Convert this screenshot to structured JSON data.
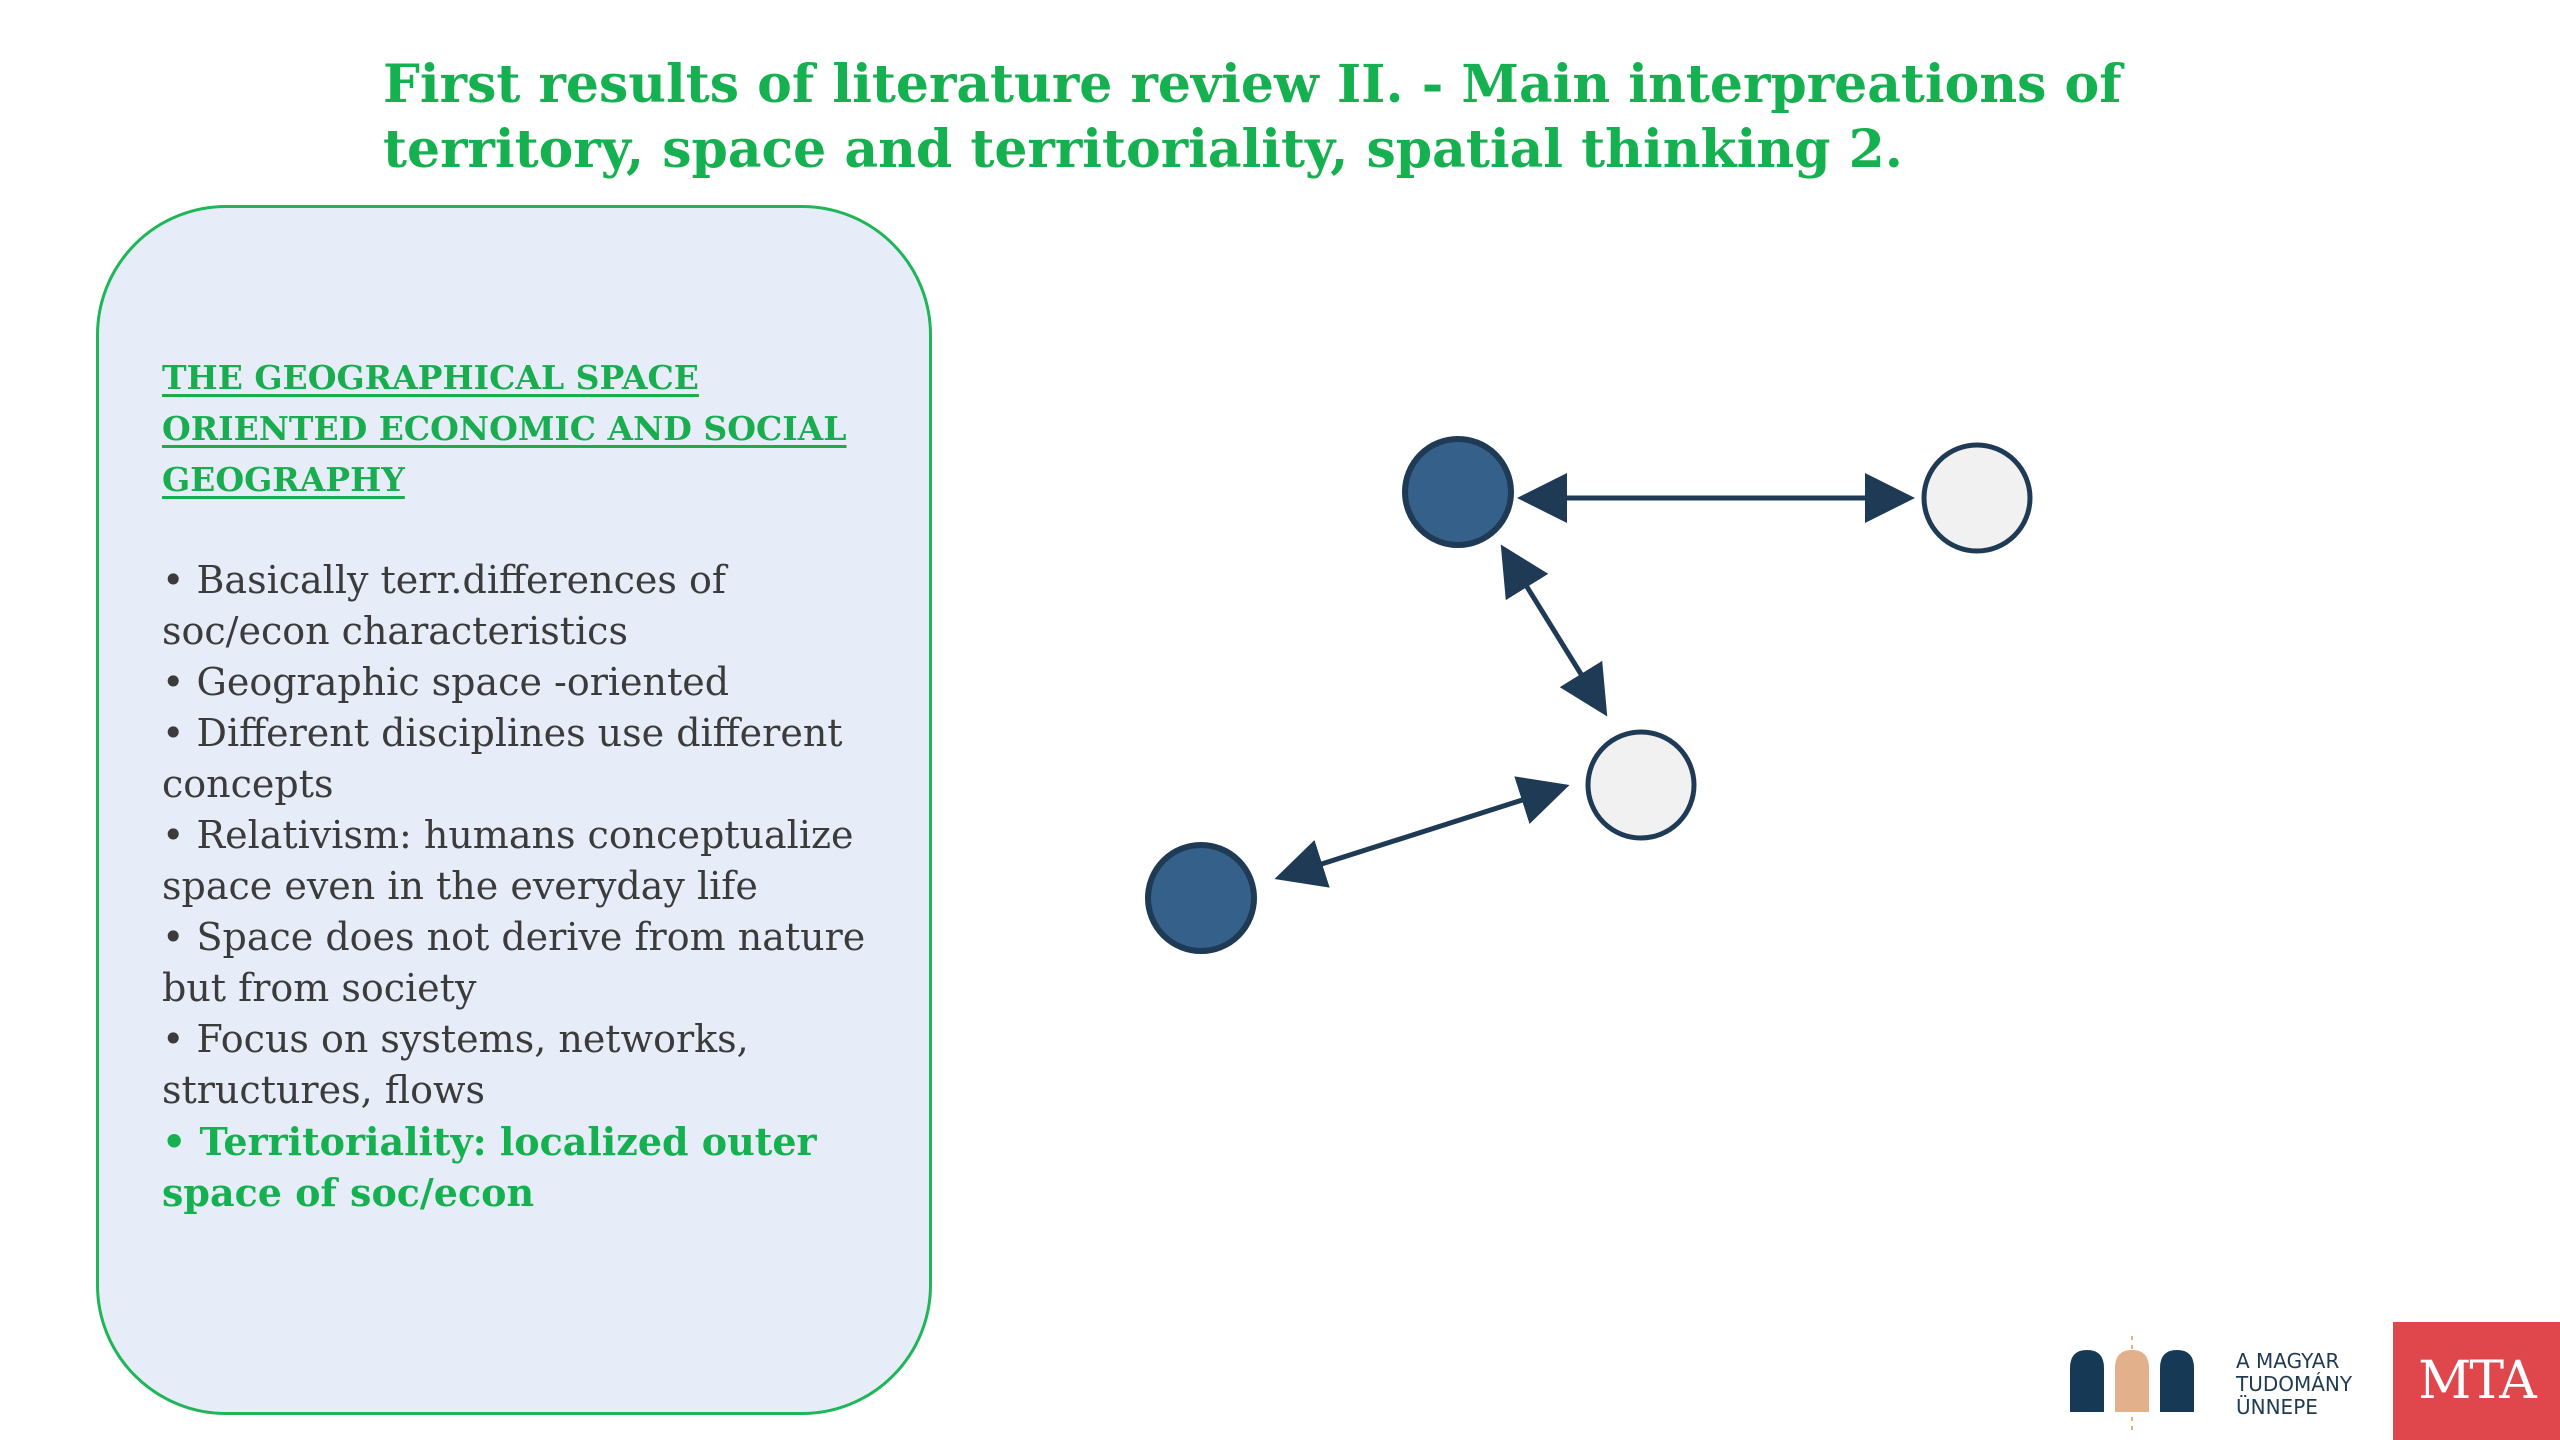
{
  "slide": {
    "title_lines": [
      "First results of literature review II. - Main interpreations of",
      "territory, space and territoriality, spatial thinking 2."
    ]
  },
  "panel": {
    "heading_lines": [
      "THE GEOGRAPHICAL SPACE",
      "ORIENTED ECONOMIC AND SOCIAL",
      "GEOGRAPHY"
    ],
    "bullets": [
      {
        "lines": [
          "•  Basically terr.differences of",
          "soc/econ characteristics"
        ],
        "emphasis": false
      },
      {
        "lines": [
          "•  Geographic space -oriented"
        ],
        "emphasis": false
      },
      {
        "lines": [
          "•  Different disciplines use different",
          "concepts"
        ],
        "emphasis": false
      },
      {
        "lines": [
          "•  Relativism: humans conceptualize",
          "space even in the everyday life"
        ],
        "emphasis": false
      },
      {
        "lines": [
          "•  Space does not  derive from nature",
          "but from society"
        ],
        "emphasis": false
      },
      {
        "lines": [
          "•  Focus on systems, networks,",
          "structures, flows"
        ],
        "emphasis": false
      },
      {
        "lines": [
          "•  Territoriality: localized outer",
          "space of soc/econ"
        ],
        "emphasis": true
      }
    ]
  },
  "diagram": {
    "node_colors": {
      "filled": "#356089",
      "empty": "#f1f1f1",
      "stroke": "#1e3a55"
    },
    "nodes": [
      {
        "id": "node-top-left",
        "type": "filled"
      },
      {
        "id": "node-top-right",
        "type": "empty"
      },
      {
        "id": "node-middle",
        "type": "empty"
      },
      {
        "id": "node-bottom-left",
        "type": "filled"
      }
    ],
    "edges": [
      {
        "from": "node-top-left",
        "to": "node-top-right",
        "bidirectional": true
      },
      {
        "from": "node-top-left",
        "to": "node-middle",
        "bidirectional": true
      },
      {
        "from": "node-middle",
        "to": "node-bottom-left",
        "bidirectional": true
      }
    ]
  },
  "footer": {
    "logo_text_lines": [
      "A MAGYAR",
      "TUDOMÁNY",
      "ÜNNEPE"
    ],
    "mta_label": "MTA",
    "colors": {
      "logo_dark": "#163a55",
      "logo_tan": "#e2b08a",
      "mta_red": "#e0474c"
    }
  }
}
